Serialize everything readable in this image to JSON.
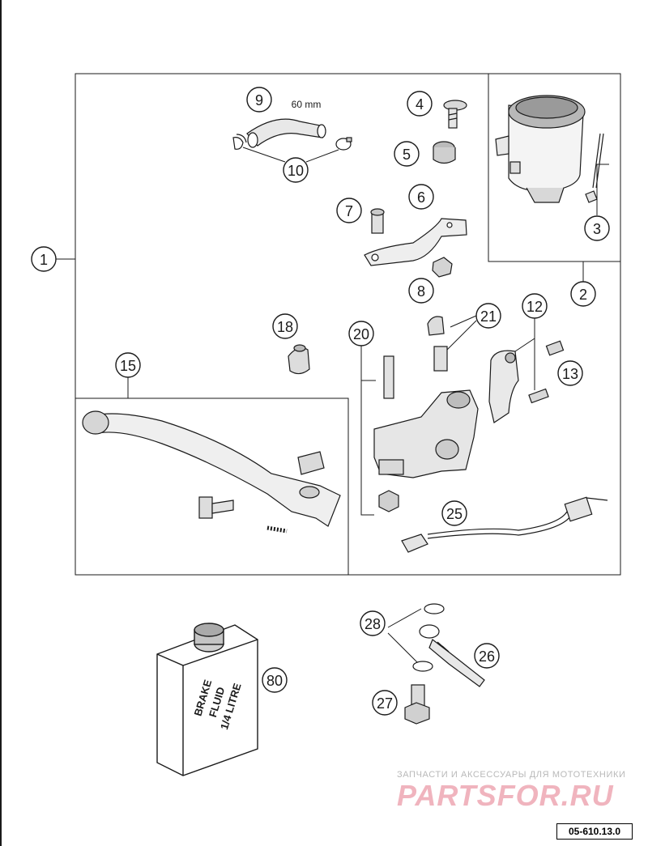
{
  "callouts": [
    {
      "id": "c1",
      "label": "1"
    },
    {
      "id": "c2",
      "label": "2"
    },
    {
      "id": "c3",
      "label": "3"
    },
    {
      "id": "c4",
      "label": "4"
    },
    {
      "id": "c5",
      "label": "5"
    },
    {
      "id": "c6",
      "label": "6"
    },
    {
      "id": "c7",
      "label": "7"
    },
    {
      "id": "c8",
      "label": "8"
    },
    {
      "id": "c9",
      "label": "9"
    },
    {
      "id": "c10",
      "label": "10"
    },
    {
      "id": "c12",
      "label": "12"
    },
    {
      "id": "c13",
      "label": "13"
    },
    {
      "id": "c15",
      "label": "15"
    },
    {
      "id": "c18",
      "label": "18"
    },
    {
      "id": "c20",
      "label": "20"
    },
    {
      "id": "c21",
      "label": "21"
    },
    {
      "id": "c25",
      "label": "25"
    },
    {
      "id": "c26",
      "label": "26"
    },
    {
      "id": "c27",
      "label": "27"
    },
    {
      "id": "c28",
      "label": "28"
    },
    {
      "id": "c80",
      "label": "80"
    }
  ],
  "hose_length_note": "60 mm",
  "brake_fluid_label": [
    "BRAKE",
    "FLUID",
    "1/4 LITRE"
  ],
  "watermark": {
    "caption": "ЗАПЧАСТИ И АКСЕССУАРЫ ДЛЯ МОТОТЕХНИКИ",
    "logo": "PARTSFOR.RU"
  },
  "document_code": "05-610.13.0"
}
